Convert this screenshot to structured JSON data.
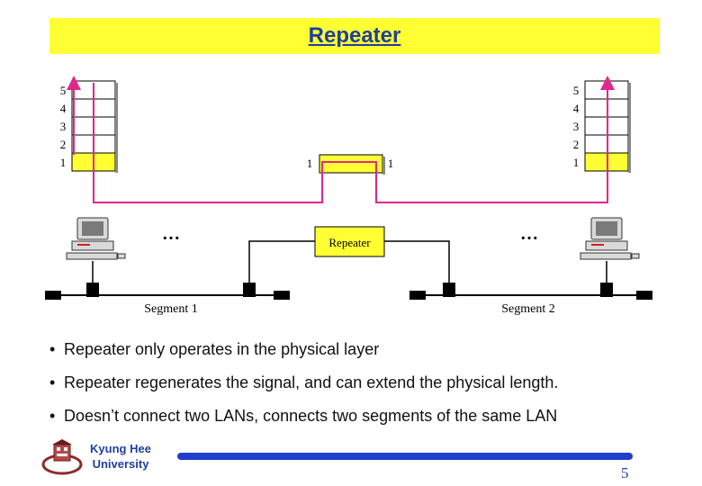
{
  "title": "Repeater",
  "diagram": {
    "left_stack_labels": [
      "5",
      "4",
      "3",
      "2",
      "1"
    ],
    "right_stack_labels": [
      "5",
      "4",
      "3",
      "2",
      "1"
    ],
    "repeater_layer_left": "1",
    "repeater_layer_right": "1",
    "repeater_label": "Repeater",
    "segment1_label": "Segment 1",
    "segment2_label": "Segment 2",
    "ellipsis_left": "…",
    "ellipsis_right": "…",
    "colors": {
      "signal_path": "#e0278a",
      "layer_highlight": "#ffff33",
      "repeater_fill": "#ffff33",
      "cable": "#000000"
    }
  },
  "bullets": [
    "Repeater only operates in the physical layer",
    "Repeater regenerates the signal, and can extend the physical length.",
    "Doesn’t connect two LANs, connects two segments of the same LAN"
  ],
  "footer": {
    "university_line1": "Kyung Hee",
    "university_line2": "University",
    "page_number": "5",
    "logo_icon": "university-seal-icon"
  }
}
